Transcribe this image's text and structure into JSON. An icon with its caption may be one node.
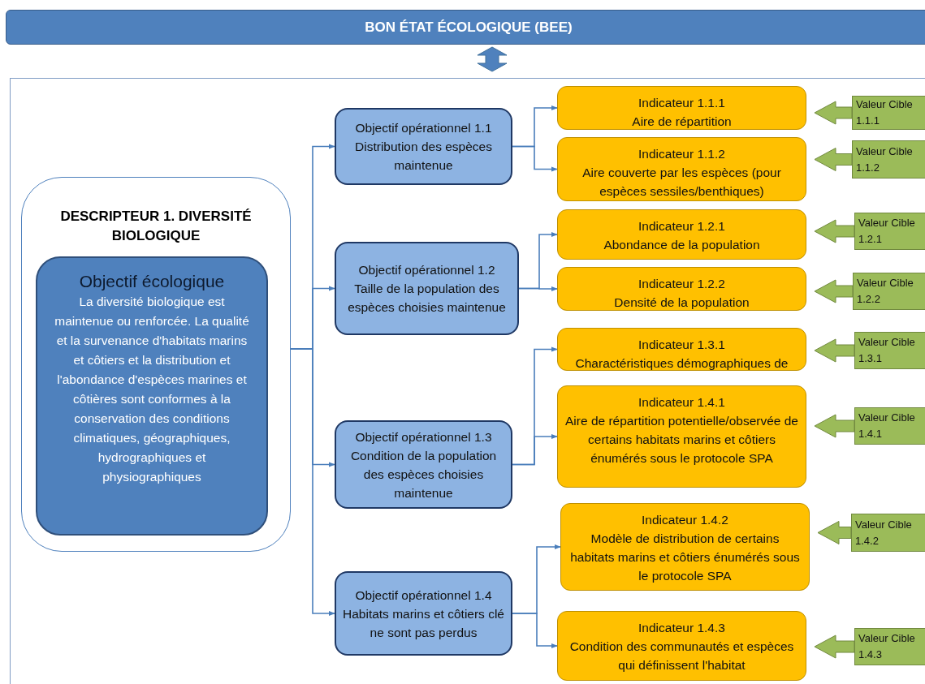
{
  "diagram": {
    "nodes": [
      {
        "text": [
          "BON ÉTAT ÉCOLOGIQUE (BEE)"
        ]
      },
      {
        "text": [],
        "shape": "box"
      },
      {
        "text": [
          "DESCRIPTEUR 1. DIVERSITÉ BIOLOGIQUE"
        ],
        "in": 1
      },
      {
        "text": [
          "Objectif écologique",
          "La diversité biologique est maintenue ou renforcée. La qualité et la survenance d'habitats marins et côtiers et la distribution et l'abondance d'espèces marines et côtières sont conformes à la conservation des conditions climatiques, géographiques, hydrographiques et physiographiques"
        ],
        "in": 2
      },
      {
        "text": [
          "Objectif opérationnel 1.1 Distribution des espèces maintenue"
        ],
        "in": 1
      },
      {
        "text": [
          "Objectif opérationnel 1.2 Taille de la population des espèces choisies maintenue"
        ],
        "in": 1
      },
      {
        "text": [
          "Objectif opérationnel 1.3 Condition de la population des espèces choisies maintenue"
        ],
        "in": 1
      },
      {
        "text": [
          "Objectif opérationnel 1.4 Habitats marins et côtiers clé ne sont pas perdus"
        ],
        "in": 1
      },
      {
        "text": [
          "Indicateur 1.1.1",
          "Aire de répartition"
        ],
        "in": 1
      },
      {
        "text": [
          "Indicateur 1.1.2",
          "Aire couverte par les espèces (pour espèces sessiles/benthiques)"
        ],
        "in": 1
      },
      {
        "text": [
          "Indicateur 1.2.1",
          "Abondance de la population"
        ],
        "in": 1
      },
      {
        "text": [
          "Indicateur 1.2.2",
          "Densité de la population"
        ],
        "in": 1
      },
      {
        "text": [
          "Indicateur 1.3.1",
          "Charactéristiques démographiques de"
        ],
        "in": 1
      },
      {
        "text": [
          "Indicateur 1.4.1",
          "Aire de répartition potentielle/observée de certains habitats marins et côtiers énumérés sous le protocole SPA"
        ],
        "in": 1
      },
      {
        "text": [
          "Indicateur 1.4.2",
          "Modèle de distribution de certains habitats marins et côtiers énumérés sous le protocole SPA"
        ],
        "in": 1
      },
      {
        "text": [
          "Indicateur 1.4.3",
          "Condition des communautés et espèces qui définissent l'habitat"
        ],
        "in": 1
      },
      {
        "text": [
          "Valeur Cible 1.1.1"
        ],
        "in": 1
      },
      {
        "text": [
          "Valeur Cible 1.1.2"
        ],
        "in": 1
      },
      {
        "text": [
          "Valeur Cible 1.2.1"
        ],
        "in": 1
      },
      {
        "text": [
          "Valeur Cible 1.2.2"
        ],
        "in": 1
      },
      {
        "text": [
          "Valeur Cible 1.3.1"
        ],
        "in": 1
      },
      {
        "text": [
          "Valeur Cible 1.4.1"
        ],
        "in": 1
      },
      {
        "text": [
          "Valeur Cible 1.4.2"
        ],
        "in": 1
      },
      {
        "text": [
          "Valeur Cible 1.4.3"
        ],
        "in": 1
      }
    ],
    "edges": [
      {
        "from": 0,
        "to": 1,
        "arrow": "both",
        "style": "thick",
        "color": "#4f81bd"
      },
      {
        "from": 2,
        "to": 4,
        "arrow": "to"
      },
      {
        "from": 2,
        "to": 5,
        "arrow": "to"
      },
      {
        "from": 2,
        "to": 6,
        "arrow": "to"
      },
      {
        "from": 2,
        "to": 7,
        "arrow": "to"
      },
      {
        "from": 4,
        "to": 8,
        "arrow": "to"
      },
      {
        "from": 4,
        "to": 9,
        "arrow": "to"
      },
      {
        "from": 5,
        "to": 10,
        "arrow": "to"
      },
      {
        "from": 5,
        "to": 11,
        "arrow": "to"
      },
      {
        "from": 6,
        "to": 12,
        "arrow": "to"
      },
      {
        "from": 6,
        "to": 13,
        "arrow": "to"
      },
      {
        "from": 7,
        "to": 14,
        "arrow": "to"
      },
      {
        "from": 7,
        "to": 15,
        "arrow": "to"
      },
      {
        "from": 16,
        "to": 8,
        "arrow": "to",
        "style": "thick",
        "color": "#9bbb59"
      },
      {
        "from": 17,
        "to": 9,
        "arrow": "to",
        "style": "thick",
        "color": "#9bbb59"
      },
      {
        "from": 18,
        "to": 10,
        "arrow": "to",
        "style": "thick",
        "color": "#9bbb59"
      },
      {
        "from": 19,
        "to": 11,
        "arrow": "to",
        "style": "thick",
        "color": "#9bbb59"
      },
      {
        "from": 20,
        "to": 12,
        "arrow": "to",
        "style": "thick",
        "color": "#9bbb59"
      },
      {
        "from": 21,
        "to": 13,
        "arrow": "to",
        "style": "thick",
        "color": "#9bbb59"
      },
      {
        "from": 22,
        "to": 14,
        "arrow": "to",
        "style": "thick",
        "color": "#9bbb59"
      },
      {
        "from": 23,
        "to": 15,
        "arrow": "to",
        "style": "thick",
        "color": "#9bbb59"
      }
    ]
  }
}
